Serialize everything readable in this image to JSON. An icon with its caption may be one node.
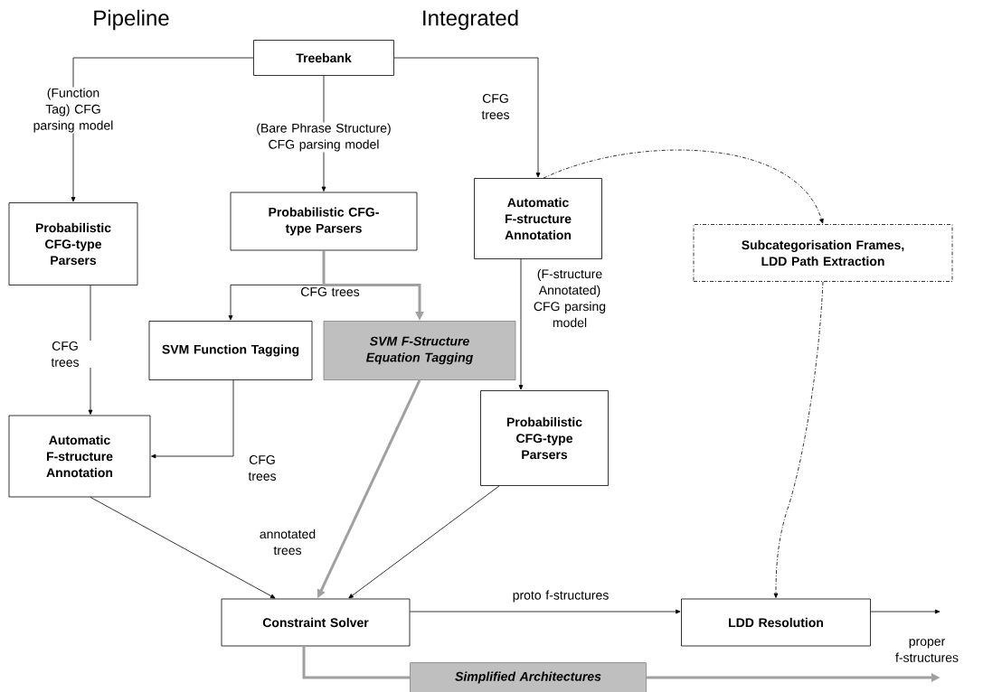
{
  "diagram": {
    "nodes": [
      {
        "text": [
          "Treebank"
        ]
      },
      {
        "text": [
          "Probabilistic CFG-type Parsers"
        ]
      },
      {
        "text": [
          "Probabilistic CFG-type Parsers"
        ]
      },
      {
        "text": [
          "Automatic F-structure Annotation"
        ]
      },
      {
        "text": [
          "Subcategorisation Frames, LDD Path Extraction"
        ]
      },
      {
        "text": [
          "SVM Function Tagging"
        ]
      },
      {
        "text": [
          "SVM F-Structure Equation Tagging"
        ]
      },
      {
        "text": [
          "Automatic F-structure Annotation"
        ]
      },
      {
        "text": [
          "Probabilistic CFG-type Parsers"
        ]
      },
      {
        "text": [
          "Constraint Solver"
        ]
      },
      {
        "text": [
          "LDD Resolution"
        ]
      },
      {
        "text": [
          "Simplified Architectures"
        ]
      }
    ],
    "edges": [
      {
        "from": 0,
        "to": 1,
        "arrow": "to",
        "label": "(Function Tag) CFG parsing model"
      },
      {
        "from": 0,
        "to": 2,
        "arrow": "to",
        "label": "(Bare Phrase Structure) CFG parsing model"
      },
      {
        "from": 0,
        "to": 3,
        "arrow": "to",
        "label": "CFG trees"
      },
      {
        "from": 3,
        "to": 4,
        "arrow": "to",
        "style": "dashed"
      },
      {
        "from": 2,
        "to": 5,
        "arrow": "to",
        "label": "CFG trees"
      },
      {
        "from": 2,
        "to": 6,
        "arrow": "to",
        "style": "thick",
        "color": "#a0a0a0"
      },
      {
        "from": 1,
        "to": 7,
        "arrow": "to",
        "label": "CFG trees"
      },
      {
        "from": 5,
        "to": 7,
        "arrow": "to",
        "label": "CFG trees"
      },
      {
        "from": 3,
        "to": 8,
        "arrow": "to",
        "label": "(F-structure Annotated) CFG parsing model"
      },
      {
        "from": 7,
        "to": 9,
        "arrow": "to"
      },
      {
        "from": 6,
        "to": 9,
        "arrow": "to",
        "style": "thick",
        "color": "#a0a0a0",
        "label": "annotated trees"
      },
      {
        "from": 8,
        "to": 9,
        "arrow": "to"
      },
      {
        "from": 9,
        "to": 10,
        "arrow": "to",
        "label": "proto f-structures"
      },
      {
        "from": 4,
        "to": 10,
        "arrow": "to",
        "style": "dashed"
      },
      {
        "from": 10,
        "to": null,
        "arrow": "to",
        "label": "proper f-structures"
      },
      {
        "from": 9,
        "to": 11,
        "arrow": "none",
        "style": "thick",
        "color": "#a0a0a0"
      },
      {
        "from": 11,
        "to": null,
        "arrow": "to",
        "style": "thick",
        "color": "#a0a0a0"
      }
    ],
    "labels": [
      "Pipeline",
      "Integrated"
    ]
  }
}
